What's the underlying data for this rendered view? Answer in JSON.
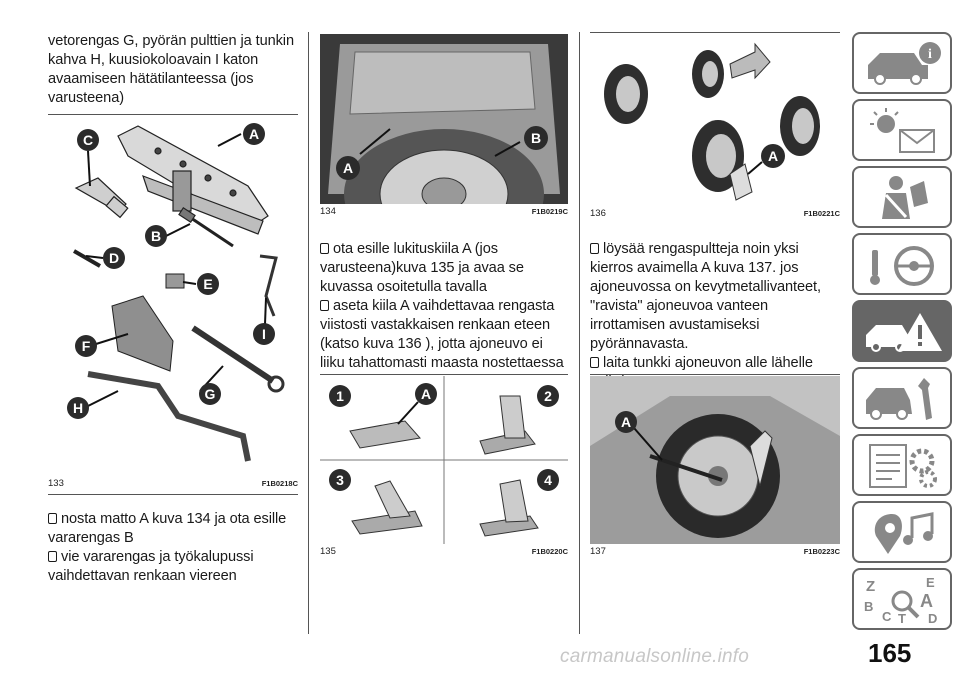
{
  "column1": {
    "intro": "vetorengas G, pyörän pulttien ja tunkin kahva H, kuusiokoloavain I katon avaamiseen hätätilanteessa (jos varusteena)",
    "figure": {
      "number": "133",
      "code": "F1B0218C",
      "labels": [
        "A",
        "B",
        "C",
        "D",
        "E",
        "F",
        "G",
        "H",
        "I"
      ]
    },
    "bullets": [
      "nosta matto A kuva 134 ja ota esille vararengas B",
      "vie vararengas ja työkalupussi vaihdettavan renkaan viereen"
    ]
  },
  "column2": {
    "figure_top": {
      "number": "134",
      "code": "F1B0219C",
      "labels": [
        "A",
        "B"
      ]
    },
    "bullets": [
      "ota esille lukituskiila A (jos varusteena)kuva 135 ja avaa se kuvassa osoitetulla tavalla",
      "aseta kiila A vaihdettavaa rengasta viistosti vastakkaisen renkaan eteen (katso kuva 136 ), jotta ajoneuvo ei liiku tahattomasti maasta nostettaessa"
    ],
    "figure_bottom": {
      "number": "135",
      "code": "F1B0220C",
      "labels": [
        "1",
        "A",
        "2",
        "3",
        "4"
      ]
    }
  },
  "column3": {
    "figure_top": {
      "number": "136",
      "code": "F1B0221C",
      "labels": [
        "A"
      ]
    },
    "bullets": [
      "löysää rengaspultteja noin yksi kierros avaimella A kuva 137. jos ajoneuvossa on kevytmetallivanteet, \"ravista\" ajoneuvoa vanteen irrottamisen avustamiseksi pyörännavasta.",
      "laita tunkki ajoneuvon alle lähelle vaihdettavaa rengasta"
    ],
    "figure_bottom": {
      "number": "137",
      "code": "F1B0223C",
      "labels": [
        "A"
      ]
    }
  },
  "sidebar": {
    "tabs": [
      {
        "name": "car-info",
        "icon": "car-info-icon",
        "active": false
      },
      {
        "name": "warning-lights",
        "icon": "warning-lights-icon",
        "active": false
      },
      {
        "name": "safety",
        "icon": "airbag-icon",
        "active": false
      },
      {
        "name": "driving",
        "icon": "steering-wheel-icon",
        "active": false
      },
      {
        "name": "emergency",
        "icon": "emergency-icon",
        "active": true
      },
      {
        "name": "maintenance",
        "icon": "maintenance-icon",
        "active": false
      },
      {
        "name": "technical-data",
        "icon": "technical-data-icon",
        "active": false
      },
      {
        "name": "multimedia",
        "icon": "multimedia-icon",
        "active": false
      },
      {
        "name": "index",
        "icon": "index-icon",
        "active": false
      }
    ],
    "index_letters": [
      "Z",
      "E",
      "B",
      "A",
      "C",
      "T",
      "D"
    ]
  },
  "page": {
    "number": "165",
    "watermark": "carmanualsonline.info"
  },
  "colors": {
    "badge": "#2b2b2b",
    "rule": "#555555",
    "tab_border": "#666666",
    "active_tab": "#666666"
  }
}
